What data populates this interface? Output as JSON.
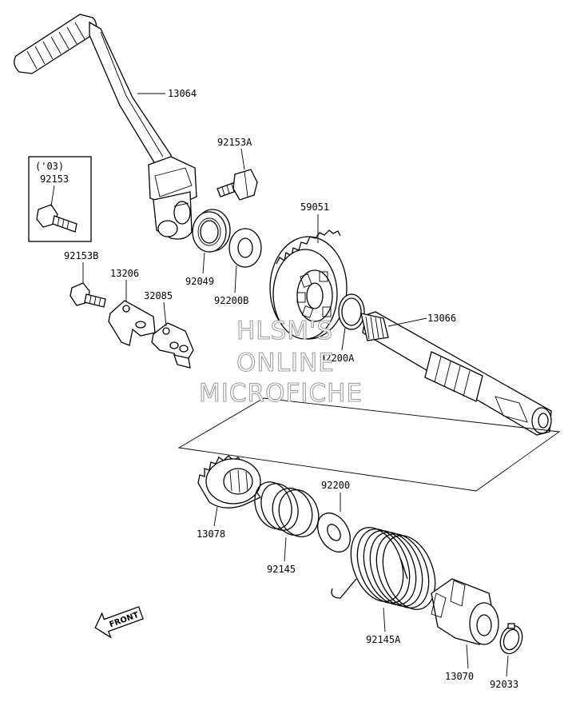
{
  "diagram": {
    "part_labels": {
      "p13064": "13064",
      "p92153A": "92153A",
      "p03": "('03)",
      "p92153": "92153",
      "p59051": "59051",
      "p92153B": "92153B",
      "p13206": "13206",
      "p92049": "92049",
      "p92200B": "92200B",
      "p32085": "32085",
      "p13066": "13066",
      "p92200A": "92200A",
      "p92200": "92200",
      "p13078": "13078",
      "p92145": "92145",
      "p92145A": "92145A",
      "p13070": "13070",
      "p92033": "92033"
    },
    "watermark": {
      "line1": "HLSM'S",
      "line2": "ONLINE",
      "line3": "MICROFICHE"
    },
    "direction_indicator": "FRONT"
  }
}
